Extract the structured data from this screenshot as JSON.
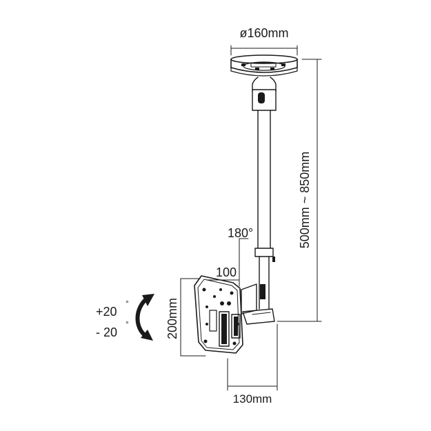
{
  "labels": {
    "plate_diameter": "ø160mm",
    "height_range": "500mm ~ 850mm",
    "rotation": "180°",
    "vesa_width": "100",
    "vesa_height": "200mm",
    "depth": "130mm",
    "tilt_up": "+20",
    "tilt_down": "- 20",
    "degree_mark": "°"
  },
  "colors": {
    "line": "#1a1a1a",
    "background": "#ffffff"
  }
}
